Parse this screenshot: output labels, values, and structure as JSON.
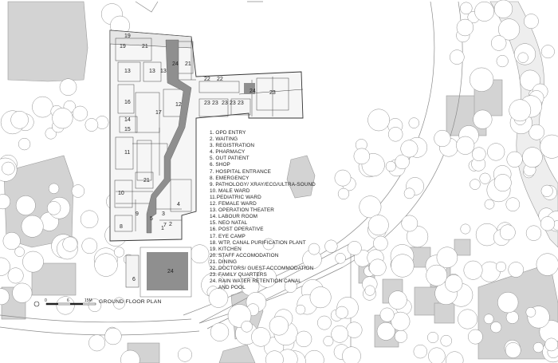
{
  "legend": [
    "1. OPD ENTRY",
    "2. WAITING",
    "3. REGISTRATION",
    "4. PHARMACY",
    "5. OUT PATIENT",
    "6. SHOP",
    "7. HOSPITAL ENTRANCE",
    "8. EMERGENCY",
    "9. PATHOLOGY/ XRAY/ECG/ULTRA-SOUND",
    "10. MALE WARD",
    "11.PEDIATRIC WARD",
    "12. FEMALE WARD",
    "13. OPERATION THEATER",
    "14. LABOUR ROOM",
    "15. NEO NATAL",
    "16. POST OPERATIVE",
    "17. EYE CAMP",
    "18. WTP, CANAL PURIFICATION PLANT",
    "19. KITCHEN",
    "20. STAFF ACCOMODATION",
    "21. DINING",
    "22. DOCTORS/ GUEST ACCOMMODATION",
    "23. FAMILY QUARTERS",
    "24. RAIN WATER RETENTION CANAL\n      AND POOL"
  ],
  "caption": "GROUND FLOOR PLAN",
  "scale": {
    "start": "0",
    "mid": "6",
    "end": "15M"
  },
  "room_labels": [
    {
      "n": "19"
    },
    {
      "n": "19"
    },
    {
      "n": "21"
    },
    {
      "n": "24"
    },
    {
      "n": "21"
    },
    {
      "n": "13"
    },
    {
      "n": "13"
    },
    {
      "n": "13"
    },
    {
      "n": "16"
    },
    {
      "n": "12"
    },
    {
      "n": "17"
    },
    {
      "n": "14"
    },
    {
      "n": "15"
    },
    {
      "n": "11"
    },
    {
      "n": "21"
    },
    {
      "n": "10"
    },
    {
      "n": "9"
    },
    {
      "n": "3"
    },
    {
      "n": "4"
    },
    {
      "n": "7"
    },
    {
      "n": "8"
    },
    {
      "n": "1"
    },
    {
      "n": "2"
    },
    {
      "n": "5"
    },
    {
      "n": "6"
    },
    {
      "n": "24"
    },
    {
      "n": "22"
    },
    {
      "n": "22"
    },
    {
      "n": "24"
    },
    {
      "n": "23"
    },
    {
      "n": "23"
    },
    {
      "n": "23"
    },
    {
      "n": "23"
    },
    {
      "n": "23"
    },
    {
      "n": "23"
    }
  ]
}
